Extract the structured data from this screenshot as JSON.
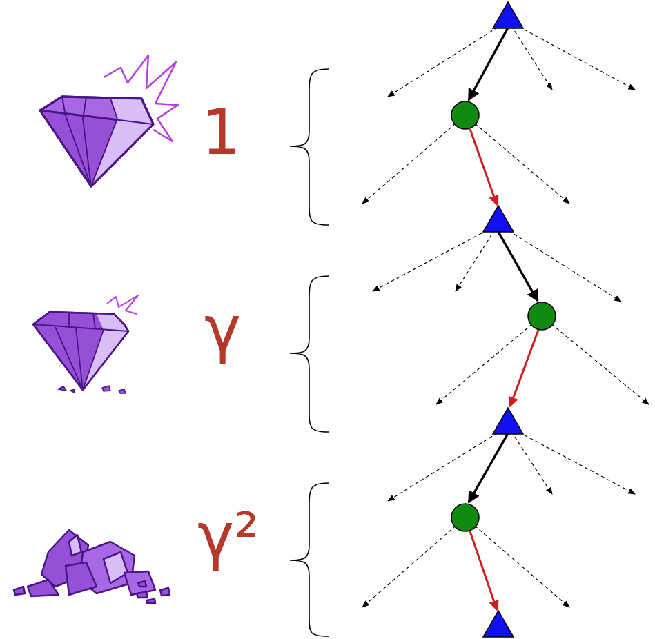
{
  "diagram": {
    "labels": [
      "1",
      "γ",
      "γ²"
    ]
  }
}
